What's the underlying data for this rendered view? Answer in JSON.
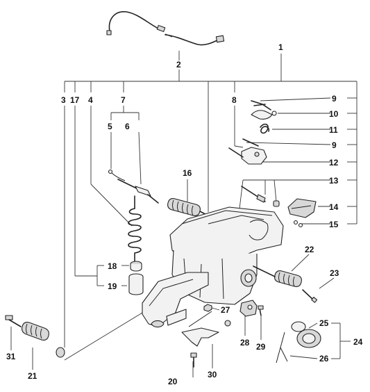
{
  "callouts": [
    {
      "id": "c1",
      "text": "1"
    },
    {
      "id": "c2",
      "text": "2"
    },
    {
      "id": "c3",
      "text": "3"
    },
    {
      "id": "c17",
      "text": "17"
    },
    {
      "id": "c4",
      "text": "4"
    },
    {
      "id": "c7",
      "text": "7"
    },
    {
      "id": "c5",
      "text": "5"
    },
    {
      "id": "c6",
      "text": "6"
    },
    {
      "id": "c8",
      "text": "8"
    },
    {
      "id": "c9a",
      "text": "9"
    },
    {
      "id": "c10",
      "text": "10"
    },
    {
      "id": "c11",
      "text": "11"
    },
    {
      "id": "c9b",
      "text": "9"
    },
    {
      "id": "c12",
      "text": "12"
    },
    {
      "id": "c13",
      "text": "13"
    },
    {
      "id": "c14",
      "text": "14"
    },
    {
      "id": "c15",
      "text": "15"
    },
    {
      "id": "c16",
      "text": "16"
    },
    {
      "id": "c18",
      "text": "18"
    },
    {
      "id": "c19",
      "text": "19"
    },
    {
      "id": "c22",
      "text": "22"
    },
    {
      "id": "c23",
      "text": "23"
    },
    {
      "id": "c27",
      "text": "27"
    },
    {
      "id": "c25",
      "text": "25"
    },
    {
      "id": "c24",
      "text": "24"
    },
    {
      "id": "c26",
      "text": "26"
    },
    {
      "id": "c28",
      "text": "28"
    },
    {
      "id": "c29",
      "text": "29"
    },
    {
      "id": "c31",
      "text": "31"
    },
    {
      "id": "c21",
      "text": "21"
    },
    {
      "id": "c30",
      "text": "30"
    },
    {
      "id": "c20",
      "text": "20"
    }
  ]
}
